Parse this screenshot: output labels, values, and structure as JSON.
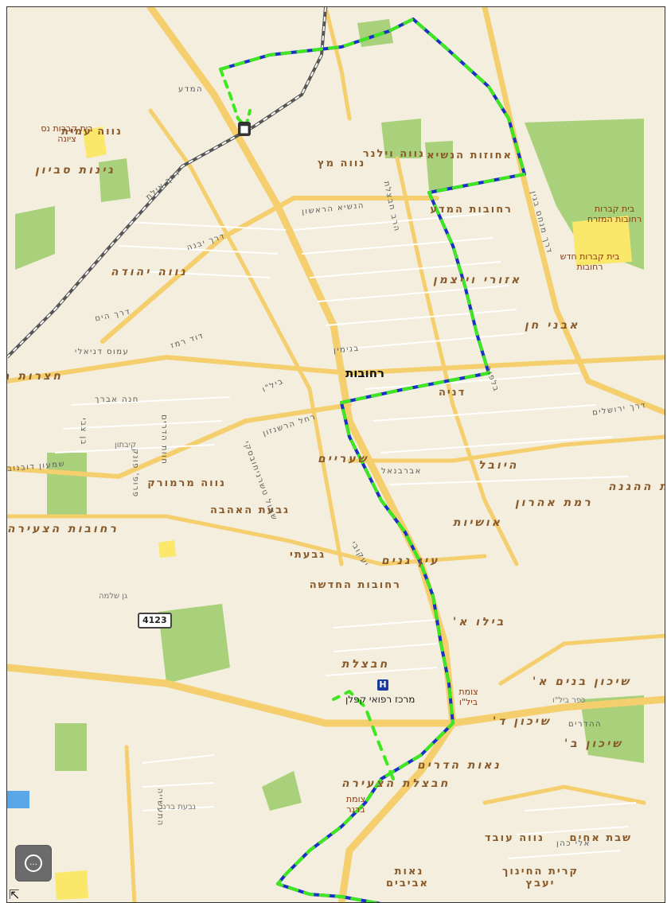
{
  "city": "רחובות",
  "colors": {
    "route_outer": "#1b2fc6",
    "route_inner": "#3ee81e",
    "road": "#f5cf6e",
    "park": "#a9d07a",
    "cemetery": "#fbe76a",
    "water": "#5aa7e8"
  },
  "route_shield": "4123",
  "hospital_label": "מרכז רפואי קפלן",
  "controls": {
    "chat_icon": "chat-bubble-icon",
    "chat_glyph": "…",
    "expand_glyph": "⇱"
  },
  "neighborhoods": [
    "נווה עמית",
    "גינות סביון",
    "נווה מץ",
    "נווה וילנר",
    "אחוזות הנשיא",
    "רחובות המדע",
    "נווה יהודה",
    "אזורי וייצמן",
    "אבני חן",
    "חצרות המושבה",
    "רחובות",
    "דניה",
    "שעריים",
    "היובל",
    "נווה מרמורק",
    "גבעת האהבה",
    "רמת אהרון",
    "אושיות",
    "גבעתי",
    "עין גנים",
    "רחובות החדשה",
    "בילו א'",
    "חבצלת",
    "שיכון בנים א'",
    "שיכון ד'",
    "שיכון ב'",
    "נאות הדרים",
    "חבצלת הצעירה",
    "נווה עובד",
    "שבת אחים",
    "קרית החינוך יעבץ",
    "נאות אביבים",
    "רחובות הצעירה",
    "בית ההגנה"
  ],
  "streets": [
    "המדע",
    "הנשיא הראשון",
    "דרך יבנה",
    "דרך אילת",
    "דרך הים",
    "דוד רמז",
    "עמוס דניאלי",
    "בנימין",
    "ביל\"ו",
    "חנה אברך",
    "בן צבי",
    "רחל הרשנזון",
    "אברבנאל",
    "שאול טשרניחובסקי",
    "יעקובי",
    "דרך ירושלים",
    "בלפור",
    "הרב חבצלת",
    "דרך מנחם בגין",
    "ההדרים",
    "שמעון דובנוב",
    "חוות הדרים",
    "פרופ' פונק",
    "אלי כהן",
    "התעשייה"
  ],
  "pois": [
    "בית קברות נס ציונה",
    "בית קברות רחובות המזרח",
    "בית קברות חדש רחובות",
    "גן שלמה",
    "כפר ביל\"ו",
    "גבעת ברנר",
    "צומת ביל\"ו",
    "צומת ברנר",
    "קיבתון"
  ]
}
